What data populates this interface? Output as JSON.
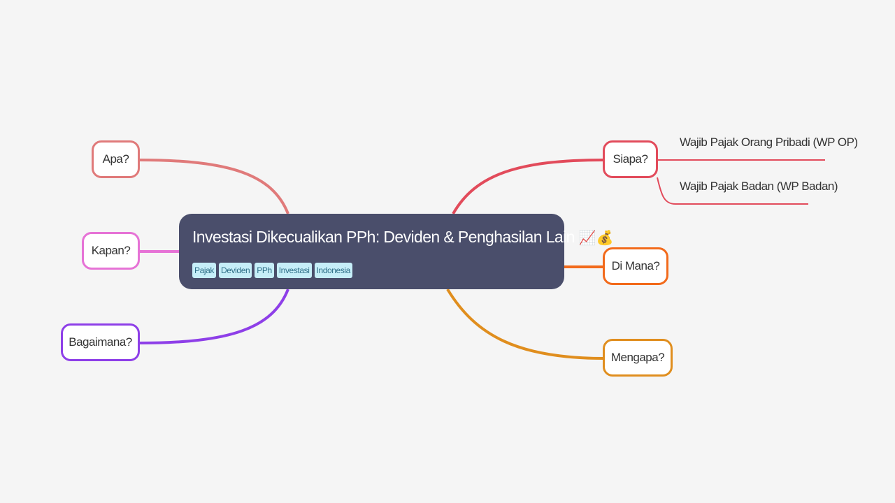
{
  "central": {
    "title": "Investasi Dikecualikan PPh: Deviden & Penghasilan Lain",
    "emoji": "📈💰",
    "tags": [
      "Pajak",
      "Deviden",
      "PPh",
      "Investasi",
      "Indonesia"
    ]
  },
  "branches": {
    "apa": {
      "label": "Apa?",
      "color": "#e07a7a"
    },
    "kapan": {
      "label": "Kapan?",
      "color": "#e673d6"
    },
    "bagaimana": {
      "label": "Bagaimana?",
      "color": "#8e3fe8"
    },
    "siapa": {
      "label": "Siapa?",
      "color": "#e24b5b",
      "children": [
        "Wajib Pajak Orang Pribadi (WP OP)",
        "Wajib Pajak Badan (WP Badan)"
      ]
    },
    "dimana": {
      "label": "Di Mana?",
      "color": "#f26a1b"
    },
    "mengapa": {
      "label": "Mengapa?",
      "color": "#e08e1e"
    }
  }
}
